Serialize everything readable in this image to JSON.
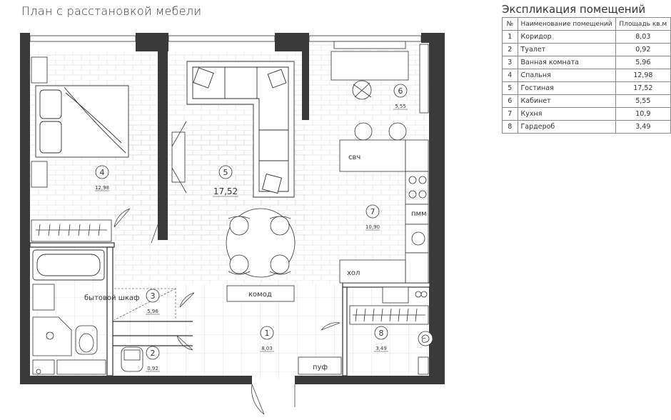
{
  "plan_title": "План с расстановкой мебели",
  "explication": {
    "title": "Экспликация помещений",
    "headers": {
      "num": "№",
      "name": "Наименование помещений",
      "area": "Площадь кв.м"
    },
    "rows": [
      {
        "num": "1",
        "name": "Коридор",
        "area": "8,03"
      },
      {
        "num": "2",
        "name": "Туалет",
        "area": "0,92"
      },
      {
        "num": "3",
        "name": "Ванная комната",
        "area": "5,96"
      },
      {
        "num": "4",
        "name": "Спальня",
        "area": "12,98"
      },
      {
        "num": "5",
        "name": "Гостиная",
        "area": "17,52"
      },
      {
        "num": "6",
        "name": "Кабинет",
        "area": "5,55"
      },
      {
        "num": "7",
        "name": "Кухня",
        "area": "10,9"
      },
      {
        "num": "8",
        "name": "Гардероб",
        "area": "3,49"
      }
    ]
  },
  "rooms": [
    {
      "num": "1",
      "area": "8,03"
    },
    {
      "num": "2",
      "area": "0,92"
    },
    {
      "num": "3",
      "area": "5,96"
    },
    {
      "num": "4",
      "area": "12,98"
    },
    {
      "num": "5",
      "area": "17,52"
    },
    {
      "num": "6",
      "area": "5,55"
    },
    {
      "num": "7",
      "area": "10,90"
    },
    {
      "num": "8",
      "area": "3,49"
    }
  ],
  "furniture_labels": {
    "microwave": "свч",
    "dishwasher": "пмм",
    "fridge": "хол",
    "dresser": "комод",
    "pouf": "пуф",
    "utility_closet": "бытовой шкаф"
  }
}
